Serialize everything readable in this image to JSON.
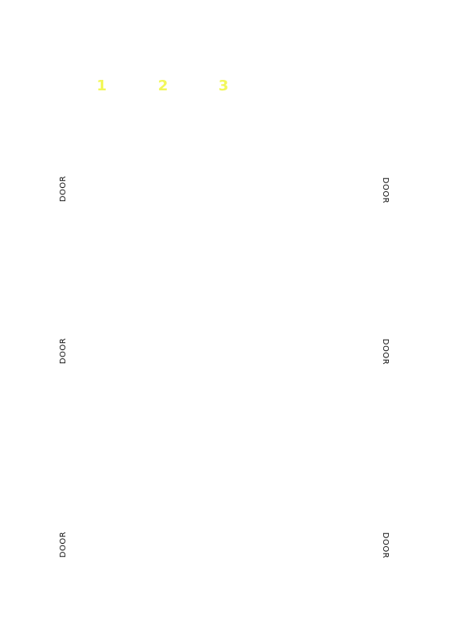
{
  "labels": {
    "numbers": [
      "1",
      "2",
      "3"
    ],
    "door": "DOOR"
  },
  "colors": {
    "number": "#f2f75a",
    "door_text": "#111111",
    "background": "#ffffff"
  }
}
